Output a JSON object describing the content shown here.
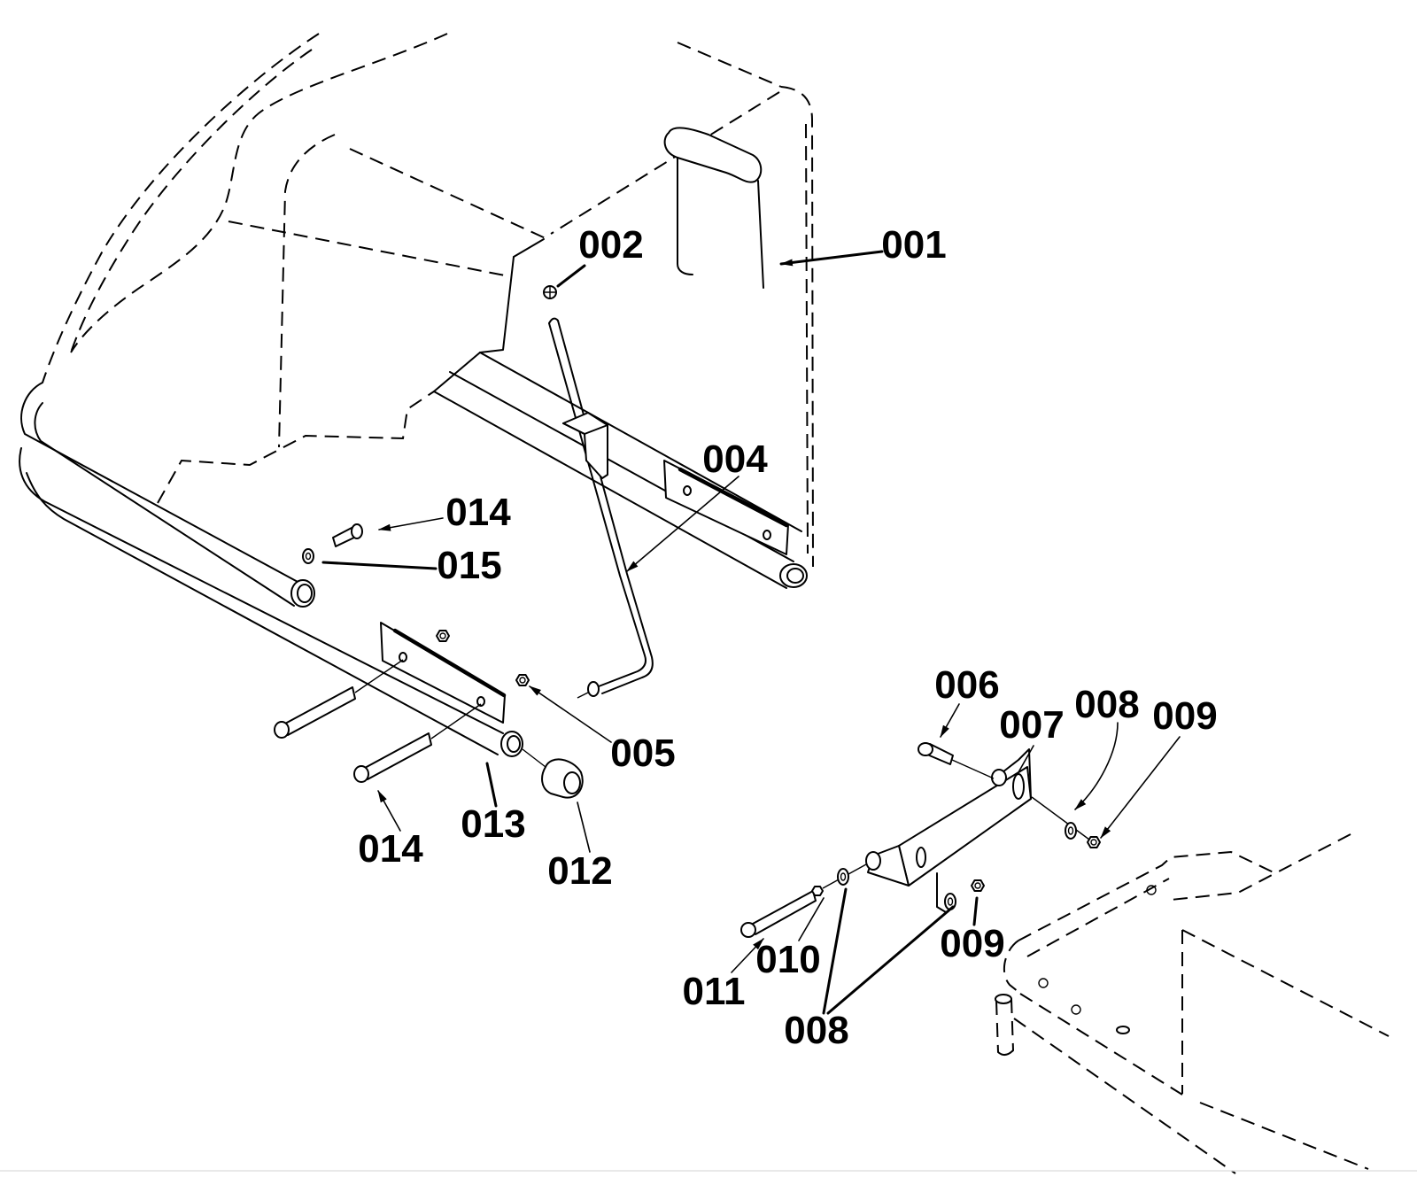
{
  "callouts": [
    "001",
    "002",
    "004",
    "014",
    "015",
    "005",
    "006",
    "007",
    "008",
    "009",
    "014",
    "013",
    "012",
    "010",
    "011",
    "009",
    "008"
  ]
}
